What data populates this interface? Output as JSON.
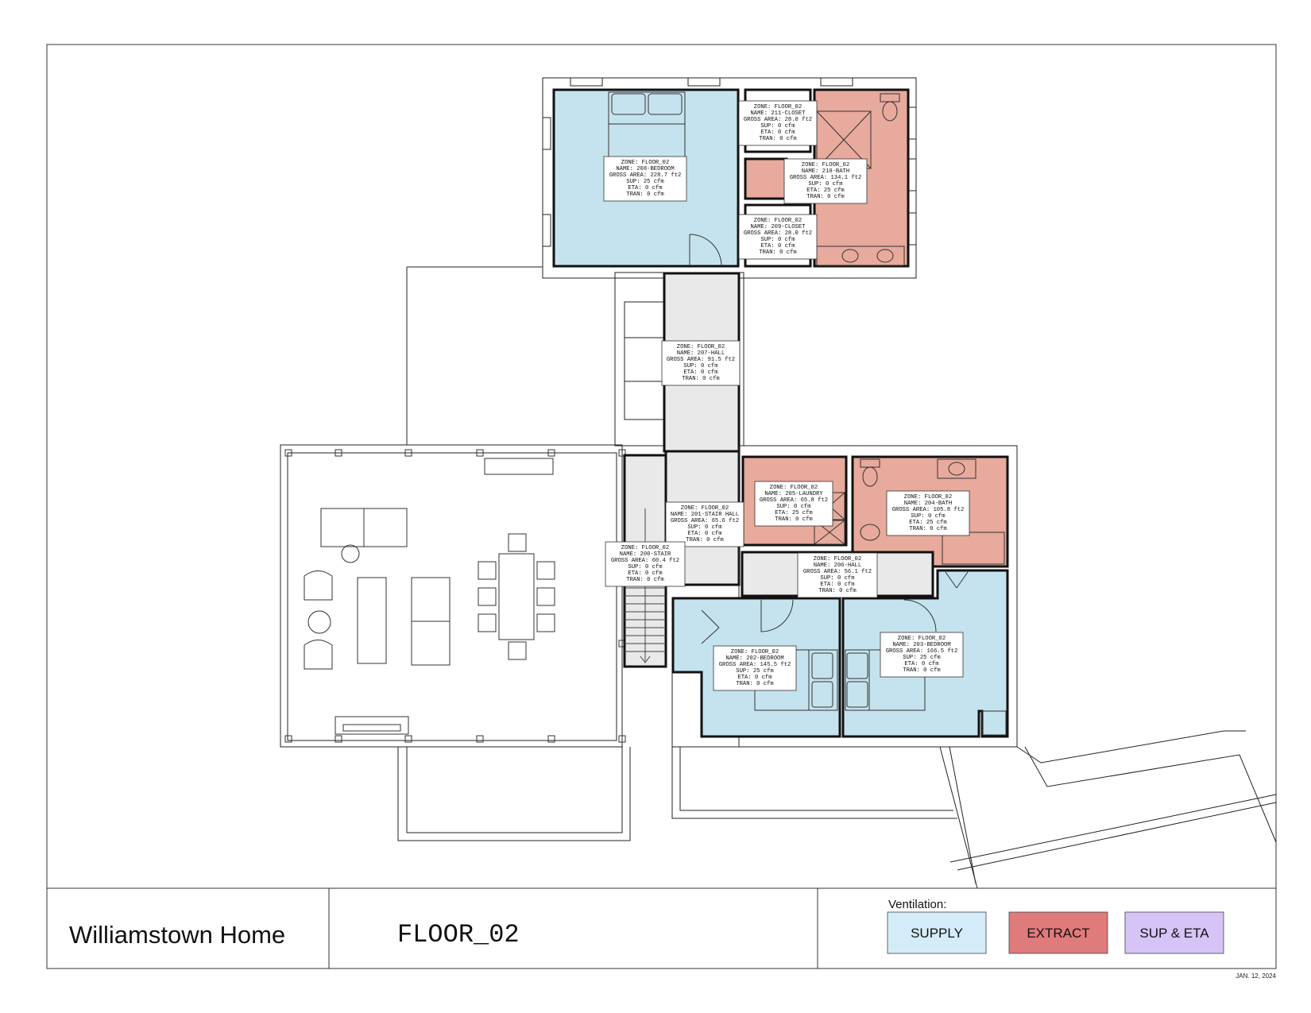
{
  "titleblock": {
    "project": "Williamstown Home",
    "sheet": "FLOOR_02",
    "legend_title": "Ventilation:",
    "date": "JAN. 12, 2024"
  },
  "legend": [
    {
      "key": "supply",
      "label": "SUPPLY",
      "color": "#d4ecf8"
    },
    {
      "key": "extract",
      "label": "EXTRACT",
      "color": "#e07b7b"
    },
    {
      "key": "sup_eta",
      "label": "SUP & ETA",
      "color": "#d6c4f7"
    }
  ],
  "colors": {
    "supply": "#c5e3ee",
    "extract": "#e7aa9c",
    "hall": "#e9e9e9"
  },
  "rooms": [
    {
      "id": "208",
      "zone": "ZONE: FLOOR_02",
      "name": "NAME: 208-BEDROOM",
      "area": "GROSS AREA: 228.7 ft2",
      "sup": "SUP: 25 cfm",
      "eta": "ETA: 0 cfm",
      "tran": "TRAN: 0 cfm",
      "type": "supply"
    },
    {
      "id": "211",
      "zone": "ZONE: FLOOR_02",
      "name": "NAME: 211-CLOSET",
      "area": "GROSS AREA: 28.0 ft2",
      "sup": "SUP: 0 cfm",
      "eta": "ETA: 0 cfm",
      "tran": "TRAN: 0 cfm",
      "type": "none"
    },
    {
      "id": "210",
      "zone": "ZONE: FLOOR_02",
      "name": "NAME: 210-BATH",
      "area": "GROSS AREA: 134.1 ft2",
      "sup": "SUP: 0 cfm",
      "eta": "ETA: 25 cfm",
      "tran": "TRAN: 0 cfm",
      "type": "extract"
    },
    {
      "id": "209",
      "zone": "ZONE: FLOOR_02",
      "name": "NAME: 209-CLOSET",
      "area": "GROSS AREA: 28.0 ft2",
      "sup": "SUP: 0 cfm",
      "eta": "ETA: 0 cfm",
      "tran": "TRAN: 0 cfm",
      "type": "none"
    },
    {
      "id": "207",
      "zone": "ZONE: FLOOR_02",
      "name": "NAME: 207-HALL",
      "area": "GROSS AREA: 91.5 ft2",
      "sup": "SUP: 0 cfm",
      "eta": "ETA: 0 cfm",
      "tran": "TRAN: 0 cfm",
      "type": "hall"
    },
    {
      "id": "205",
      "zone": "ZONE: FLOOR_02",
      "name": "NAME: 205-LAUNDRY",
      "area": "GROSS AREA: 65.8 ft2",
      "sup": "SUP: 0 cfm",
      "eta": "ETA: 25 cfm",
      "tran": "TRAN: 0 cfm",
      "type": "extract"
    },
    {
      "id": "204",
      "zone": "ZONE: FLOOR_02",
      "name": "NAME: 204-BATH",
      "area": "GROSS AREA: 105.8 ft2",
      "sup": "SUP: 0 cfm",
      "eta": "ETA: 25 cfm",
      "tran": "TRAN: 0 cfm",
      "type": "extract"
    },
    {
      "id": "201",
      "zone": "ZONE: FLOOR_02",
      "name": "NAME: 201-STAIR HALL",
      "area": "GROSS AREA: 65.6 ft2",
      "sup": "SUP: 0 cfm",
      "eta": "ETA: 0 cfm",
      "tran": "TRAN: 0 cfm",
      "type": "hall"
    },
    {
      "id": "200",
      "zone": "ZONE: FLOOR_02",
      "name": "NAME: 200-STAIR",
      "area": "GROSS AREA: 60.4 ft2",
      "sup": "SUP: 0 cfm",
      "eta": "ETA: 0 cfm",
      "tran": "TRAN: 0 cfm",
      "type": "hall"
    },
    {
      "id": "206",
      "zone": "ZONE: FLOOR_02",
      "name": "NAME: 206-HALL",
      "area": "GROSS AREA: 56.1 ft2",
      "sup": "SUP: 0 cfm",
      "eta": "ETA: 0 cfm",
      "tran": "TRAN: 0 cfm",
      "type": "hall"
    },
    {
      "id": "203",
      "zone": "ZONE: FLOOR_02",
      "name": "NAME: 203-BEDROOM",
      "area": "GROSS AREA: 166.5 ft2",
      "sup": "SUP: 25 cfm",
      "eta": "ETA: 0 cfm",
      "tran": "TRAN: 0 cfm",
      "type": "supply"
    },
    {
      "id": "202",
      "zone": "ZONE: FLOOR_02",
      "name": "NAME: 202-BEDROOM",
      "area": "GROSS AREA: 145.5 ft2",
      "sup": "SUP: 25 cfm",
      "eta": "ETA: 0 cfm",
      "tran": "TRAN: 0 cfm",
      "type": "supply"
    }
  ]
}
